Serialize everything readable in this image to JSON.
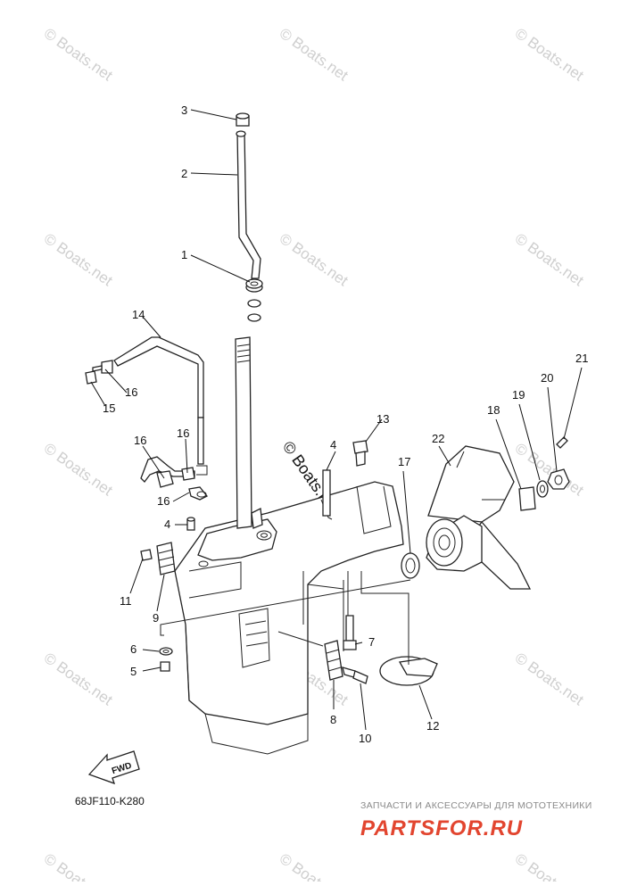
{
  "watermark": "© Boats.net",
  "diagram_code": "68JF110-K280",
  "fwd_label": "FWD",
  "brand": {
    "tagline": "ЗАПЧАСТИ И АКСЕССУАРЫ ДЛЯ МОТОТЕХНИКИ",
    "name": "PARTSFOR.RU"
  },
  "callouts": {
    "c1": "1",
    "c2": "2",
    "c3": "3",
    "c4a": "4",
    "c4b": "4",
    "c5": "5",
    "c6": "6",
    "c7": "7",
    "c8": "8",
    "c9": "9",
    "c10": "10",
    "c11": "11",
    "c12": "12",
    "c13": "13",
    "c14": "14",
    "c15": "15",
    "c16a": "16",
    "c16b": "16",
    "c16c": "16",
    "c16d": "16",
    "c17": "17",
    "c18": "18",
    "c19": "19",
    "c20": "20",
    "c21": "21",
    "c22": "22"
  }
}
